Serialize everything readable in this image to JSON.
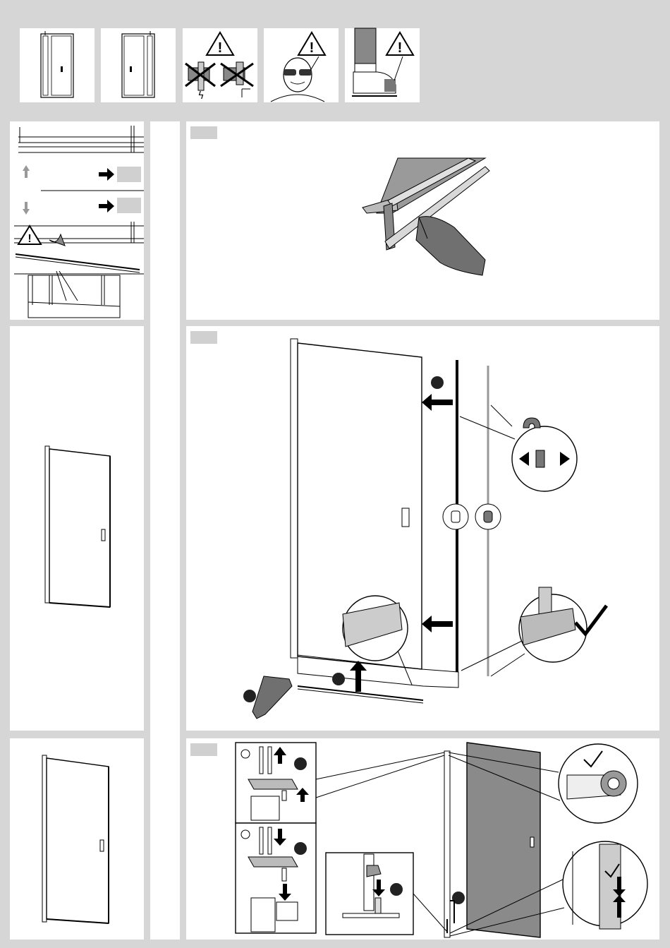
{
  "header": {
    "icons": [
      {
        "name": "door-variant-left-icon"
      },
      {
        "name": "door-variant-right-icon"
      },
      {
        "name": "no-drilling-pipes-cables-icon"
      },
      {
        "name": "safety-glasses-icon"
      },
      {
        "name": "safety-shoes-icon"
      }
    ],
    "warning_icon": "warning-triangle-icon"
  },
  "steps": [
    {
      "id": "step-1",
      "label": ""
    },
    {
      "id": "step-2",
      "label": ""
    },
    {
      "id": "step-3",
      "label": ""
    }
  ],
  "colors": {
    "background": "#d6d6d6",
    "panel": "#ffffff",
    "placeholder_box": "#d0d0d0",
    "gasket_dark": "#707070",
    "glass_tint": "#8a8a8a"
  }
}
